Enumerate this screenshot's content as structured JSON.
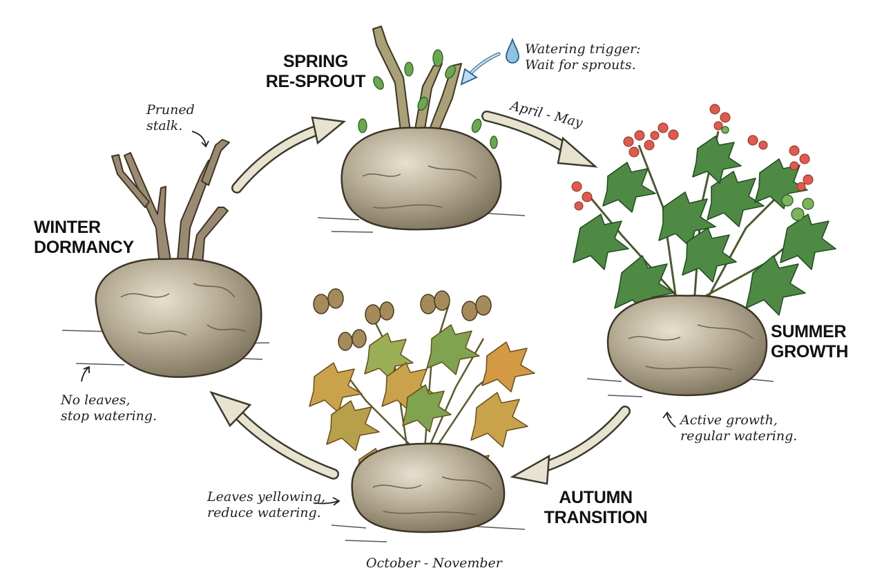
{
  "stages": {
    "winter": {
      "title": "WINTER\nDORMANCY",
      "note": "No leaves,\nstop watering.",
      "stalk_note": "Pruned\nstalk."
    },
    "spring": {
      "title": "SPRING\nRE-SPROUT",
      "note": "Watering trigger:\nWait for sprouts.",
      "period": "April - May"
    },
    "summer": {
      "title": "SUMMER\nGROWTH",
      "note": "Active growth,\nregular watering."
    },
    "autumn": {
      "title": "AUTUMN\nTRANSITION",
      "note": "Leaves yellowing,\nreduce watering.",
      "period": "October - November"
    }
  },
  "colors": {
    "arrow_fill": "#e7e3cf",
    "arrow_stroke": "#3a3a30",
    "caudex": "#b7ad96",
    "caudex_shade": "#8a7e66",
    "stick": "#9b8a72",
    "leaf_green": "#4f8a45",
    "leaf_autumn": "#c9a24b",
    "flower": "#e05a4e",
    "water_drop": "#8fc3e6"
  }
}
